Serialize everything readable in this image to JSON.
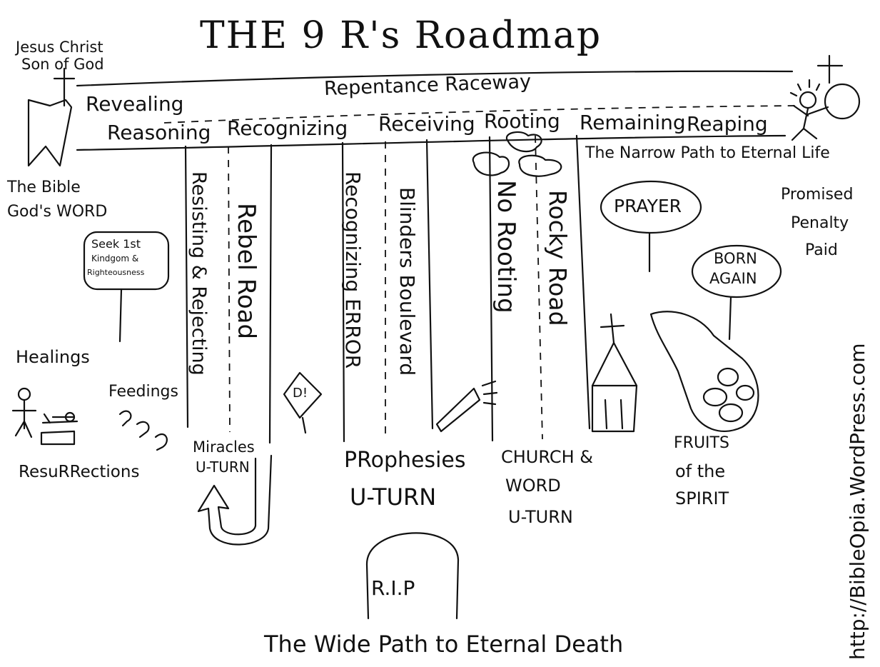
{
  "title": "THE 9 R's Roadmap",
  "top": {
    "jesus_line1": "Jesus Christ",
    "jesus_line2": "Son of God",
    "raceway": "Repentance Raceway",
    "revealing": "Revealing",
    "stages": [
      "Reasoning",
      "Recognizing",
      "Receiving",
      "Rooting",
      "Remaining",
      "Reaping"
    ],
    "narrow_path": "The Narrow Path to Eternal Life"
  },
  "bible": {
    "line1": "The Bible",
    "line2": "God's WORD"
  },
  "promised": {
    "line1": "Promised",
    "line2": "Penalty",
    "line3": "Paid"
  },
  "roads": {
    "resisting": "Resisting & Rejecting",
    "rebel": "Rebel Road",
    "recognizing_error": "Recognizing ERROR",
    "blinders": "Blinders Boulevard",
    "no_rooting": "No Rooting",
    "rocky": "Rocky Road"
  },
  "signs": {
    "prayer": "PRAYER",
    "born_again_1": "BORN",
    "born_again_2": "AGAIN",
    "seek_1": "Seek 1st",
    "seek_2": "Kindgom &",
    "seek_3": "Righteousness",
    "warning": "D!"
  },
  "miracles": {
    "healings": "Healings",
    "feedings": "Feedings",
    "resurrections": "ResuRRections"
  },
  "uturns": {
    "miracles_1": "Miracles",
    "miracles_2": "U-TURN",
    "prophesies_1": "PRophesies",
    "prophesies_2": "U-TURN",
    "church_1": "CHURCH &",
    "church_2": "WORD",
    "church_3": "U-TURN"
  },
  "fruits": {
    "line1": "FRUITS",
    "line2": "of the",
    "line3": "SPIRIT"
  },
  "rip": "R.I.P",
  "wide_path": "The Wide Path to Eternal Death",
  "url": "http://BibleOpia.WordPress.com"
}
